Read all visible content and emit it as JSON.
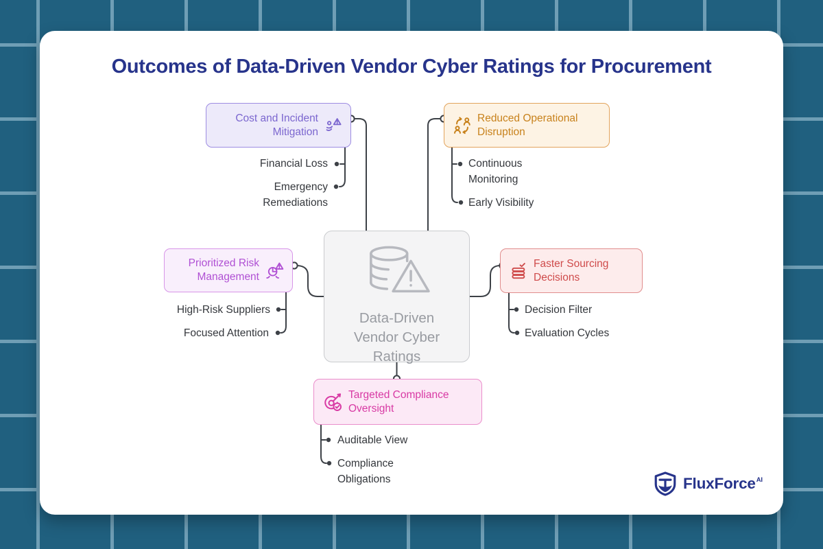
{
  "title": "Outcomes of Data-Driven Vendor Cyber Ratings for Procurement",
  "center": {
    "label": "Data-Driven Vendor Cyber Ratings",
    "icon": "database-alert-icon",
    "colors": {
      "bg": "#f4f4f5",
      "border": "#c9cbce",
      "text": "#989ba1",
      "icon": "#b7b9bf"
    }
  },
  "branches": [
    {
      "id": "cost-and-incident-mitigation",
      "title": "Cost and Incident Mitigation",
      "icon": "person-slip-warning-icon",
      "position": "top-left",
      "colors": {
        "text": "#7b66cf",
        "border": "#9d8ce2",
        "bg": "#edeafa"
      },
      "items": [
        "Financial Loss",
        "Emergency Remediations"
      ]
    },
    {
      "id": "reduced-operational-disruption",
      "title": "Reduced Operational Disruption",
      "icon": "users-exchange-icon",
      "position": "top-right",
      "colors": {
        "text": "#c8821c",
        "border": "#e2a35c",
        "bg": "#fdf3e4"
      },
      "items": [
        "Continuous Monitoring",
        "Early Visibility"
      ]
    },
    {
      "id": "prioritized-risk-management",
      "title": "Prioritized Risk Management",
      "icon": "risk-alert-icon",
      "position": "left",
      "colors": {
        "text": "#b050d4",
        "border": "#d795e8",
        "bg": "#f9effc"
      },
      "items": [
        "High-Risk Suppliers",
        "Focused Attention"
      ]
    },
    {
      "id": "faster-sourcing-decisions",
      "title": "Faster Sourcing Decisions",
      "icon": "stack-check-icon",
      "position": "right",
      "colors": {
        "text": "#cf4b4b",
        "border": "#e08c8c",
        "bg": "#fdecec"
      },
      "items": [
        "Decision Filter",
        "Evaluation Cycles"
      ]
    },
    {
      "id": "targeted-compliance-oversight",
      "title": "Targeted Compliance Oversight",
      "icon": "target-check-icon",
      "position": "bottom",
      "colors": {
        "text": "#d83aa4",
        "border": "#ea8ecb",
        "bg": "#fce9f6"
      },
      "items": [
        "Auditable View",
        "Compliance Obligations"
      ]
    }
  ],
  "logo": {
    "name": "FluxForce",
    "superscript": "AI",
    "color": "#27348b",
    "icon": "shield-logo-icon"
  },
  "canvas": {
    "background": "#20607f",
    "grid_line": "#6f9eb5",
    "card_bg": "#ffffff",
    "title_color": "#27348b",
    "connector": "#3d4147",
    "subitem_text": "#34373c"
  }
}
